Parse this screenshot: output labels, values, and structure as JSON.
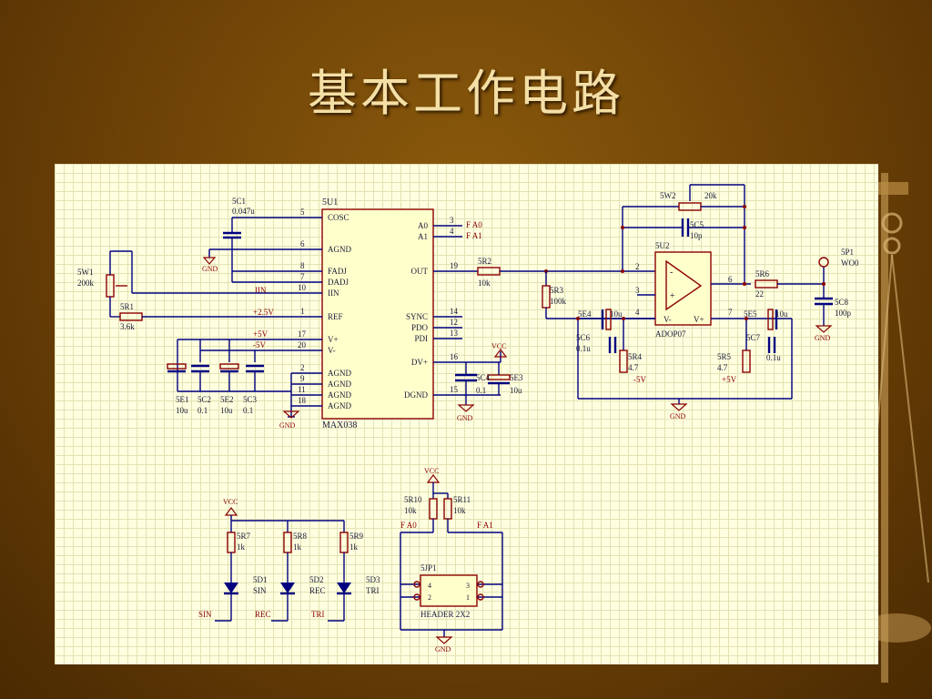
{
  "slide": {
    "title": "基本工作电路"
  },
  "colors": {
    "background": "#6b4006",
    "title": "#f4dfa6",
    "board": "#ffffe0",
    "wire": "#000080",
    "part": "#8b0000"
  },
  "u1": {
    "ref": "5U1",
    "part": "MAX038",
    "left_pins": [
      {
        "num": "5",
        "name": "COSC"
      },
      {
        "num": "6",
        "name": "AGND"
      },
      {
        "num": "8",
        "name": "FADJ"
      },
      {
        "num": "7",
        "name": "DADJ"
      },
      {
        "num": "10",
        "name": "IIN"
      },
      {
        "num": "1",
        "name": "REF"
      },
      {
        "num": "17",
        "name": "V+"
      },
      {
        "num": "20",
        "name": "V-"
      },
      {
        "num": "2",
        "name": "AGND"
      },
      {
        "num": "9",
        "name": "AGND"
      },
      {
        "num": "11",
        "name": "AGND"
      },
      {
        "num": "18",
        "name": "AGND"
      }
    ],
    "right_pins": [
      {
        "num": "3",
        "name": "A0"
      },
      {
        "num": "4",
        "name": "A1"
      },
      {
        "num": "19",
        "name": "OUT"
      },
      {
        "num": "14",
        "name": "SYNC"
      },
      {
        "num": "12",
        "name": "PDO"
      },
      {
        "num": "13",
        "name": "PDI"
      },
      {
        "num": "16",
        "name": "DV+"
      },
      {
        "num": "15",
        "name": "DGND"
      }
    ]
  },
  "u2": {
    "ref": "5U2",
    "part": "ADOP07",
    "pins": [
      "2",
      "3",
      "4",
      "6",
      "7"
    ],
    "minus": "-",
    "plus": "+",
    "vminus": "V-",
    "vplus": "V+"
  },
  "components": {
    "c1": {
      "ref": "5C1",
      "val": "0.047u"
    },
    "w1": {
      "ref": "5W1",
      "val": "200k"
    },
    "r1": {
      "ref": "5R1",
      "val": "3.6k"
    },
    "r2": {
      "ref": "5R2",
      "val": "10k"
    },
    "r3": {
      "ref": "5R3",
      "val": "100k"
    },
    "w2": {
      "ref": "5W2",
      "val": "20k"
    },
    "c5": {
      "ref": "5C5",
      "val": "10p"
    },
    "r6": {
      "ref": "5R6",
      "val": "22"
    },
    "c8": {
      "ref": "5C8",
      "val": "100p"
    },
    "p1": {
      "ref": "5P1",
      "val": "WO0"
    },
    "e4": {
      "ref": "5E4",
      "val": "10u"
    },
    "c6": {
      "ref": "5C6",
      "val": "0.1u"
    },
    "r4": {
      "ref": "5R4",
      "val": "4.7"
    },
    "e5": {
      "ref": "5E5",
      "val": "10u"
    },
    "c7": {
      "ref": "5C7",
      "val": "0.1u"
    },
    "r5": {
      "ref": "5R5",
      "val": "4.7"
    },
    "c4": {
      "ref": "5C4",
      "val": "0.1"
    },
    "e3": {
      "ref": "5E3",
      "val": "10u"
    },
    "e1": {
      "ref": "5E1",
      "val": "10u"
    },
    "c2": {
      "ref": "5C2",
      "val": "0.1"
    },
    "e2": {
      "ref": "5E2",
      "val": "10u"
    },
    "c3": {
      "ref": "5C3",
      "val": "0.1"
    },
    "r7": {
      "ref": "5R7",
      "val": "1k"
    },
    "r8": {
      "ref": "5R8",
      "val": "1k"
    },
    "r9": {
      "ref": "5R9",
      "val": "1k"
    },
    "d1": {
      "ref": "5D1",
      "val": "SIN"
    },
    "d2": {
      "ref": "5D2",
      "val": "REC"
    },
    "d3": {
      "ref": "5D3",
      "val": "TRI"
    },
    "r10": {
      "ref": "5R10",
      "val": "10k"
    },
    "r11": {
      "ref": "5R11",
      "val": "10k"
    },
    "jp1": {
      "ref": "5JP1",
      "val": "HEADER 2X2",
      "pins": [
        "4",
        "3",
        "2",
        "1"
      ]
    }
  },
  "nets": {
    "gnd": "GND",
    "vcc": "VCC",
    "iin": "IIN",
    "ref": "+2.5V",
    "plus5": "+5V",
    "minus5": "-5V",
    "fa0": "F A0",
    "fa1": "F A1",
    "sin": "SIN",
    "rec": "REC",
    "tri": "TRI"
  }
}
